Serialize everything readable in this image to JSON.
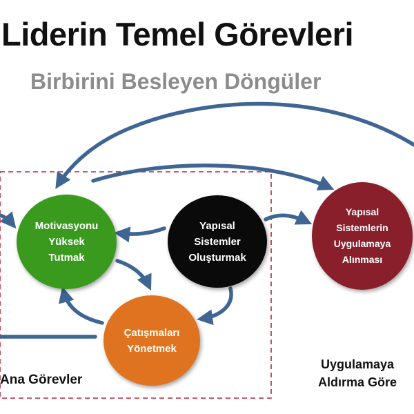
{
  "title": "Liderin Temel Görevleri",
  "subtitle": "Birbirini Besleyen Döngüler",
  "nodes": {
    "motivation": {
      "label": "Motivasyonu\nYüksek\nTutmak",
      "color": "#3a9a1e"
    },
    "systems": {
      "label": "Yapısal\nSistemler\nOluşturmak",
      "color": "#0a0a0a"
    },
    "conflict": {
      "label": "Çatışmaları\nYönetmek",
      "color": "#e0731f"
    },
    "implementation": {
      "label": "Yapısal\nSistemlerin\nUygulamaya\nAlınması",
      "color": "#8a1f2c"
    }
  },
  "groups": {
    "main": {
      "label": "Ana Görevler"
    },
    "implement": {
      "label": "Uygulamaya\nAldırma Göre"
    }
  },
  "colors": {
    "arrow": "#3f6593",
    "dashed_border": "#b5243a"
  }
}
